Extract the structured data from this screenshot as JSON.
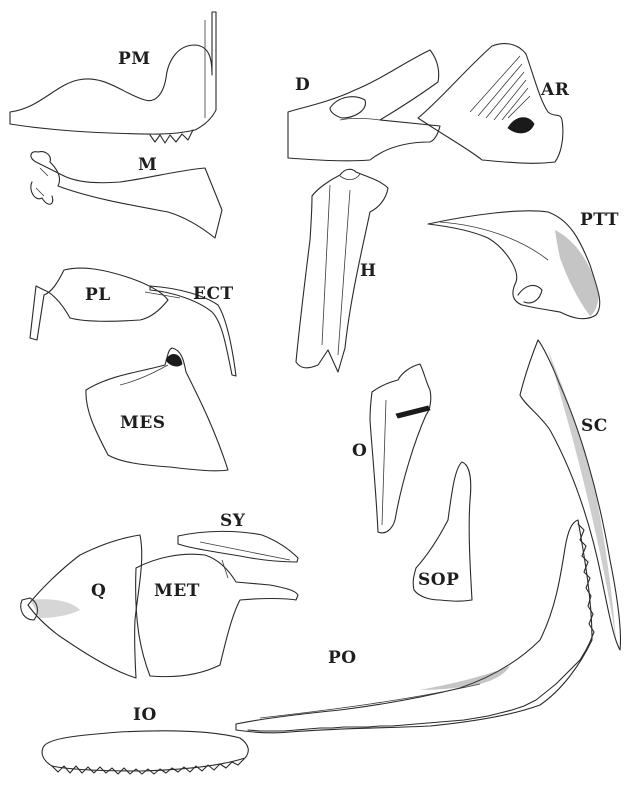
{
  "labels": {
    "pm": "PM",
    "m": "M",
    "pl": "PL",
    "ect": "ECT",
    "mes": "MES",
    "d": "D",
    "ar": "AR",
    "h": "H",
    "ptt": "PTT",
    "o": "O",
    "sc": "SC",
    "sy": "SY",
    "q": "Q",
    "met": "MET",
    "sop": "SOP",
    "po": "PO",
    "io": "IO"
  }
}
